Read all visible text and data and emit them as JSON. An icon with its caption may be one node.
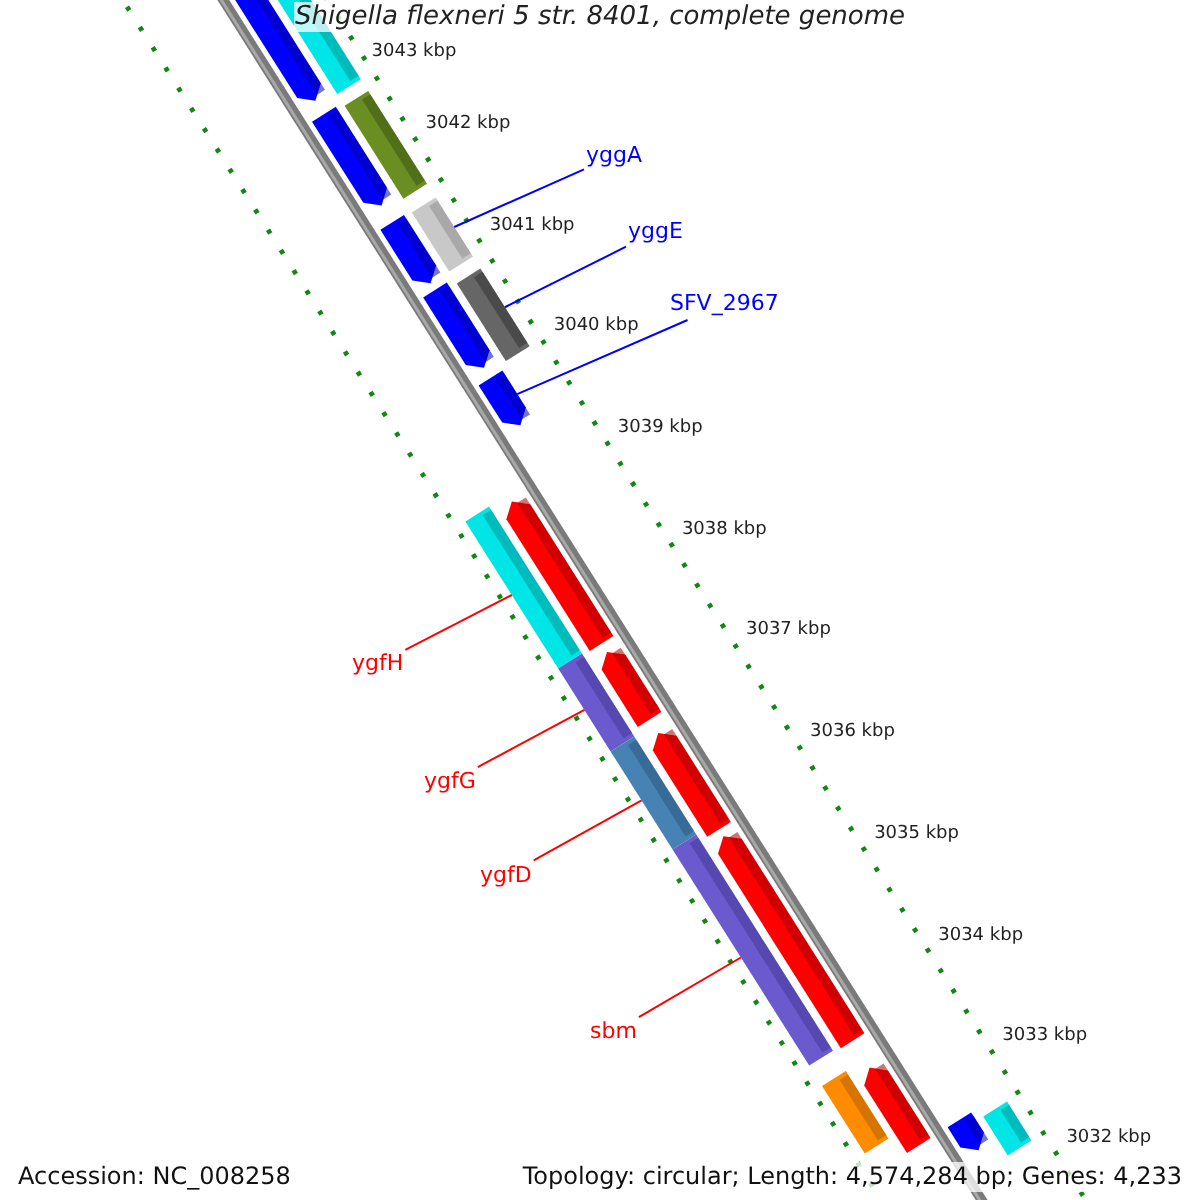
{
  "diagram": {
    "title": "Shigella flexneri 5 str. 8401, complete genome",
    "nodes": [
      {
        "text": [],
        "shape": "pentagon"
      },
      {
        "text": [],
        "shape": "bar"
      },
      {
        "text": [],
        "shape": "bar"
      },
      {
        "text": [],
        "shape": "pentagon"
      },
      {
        "text": [
          "yggA"
        ]
      },
      {
        "text": [],
        "shape": "bar"
      },
      {
        "text": [],
        "shape": "pentagon"
      },
      {
        "text": [
          "yggE"
        ]
      },
      {
        "text": [],
        "shape": "bar"
      },
      {
        "text": [],
        "shape": "pentagon"
      },
      {
        "text": [
          "SFV_2967"
        ]
      },
      {
        "text": [],
        "shape": "pentagon"
      },
      {
        "text": [],
        "shape": "bar"
      },
      {
        "text": [],
        "shape": "pentagon"
      },
      {
        "text": [
          "ygfH"
        ]
      },
      {
        "text": [],
        "shape": "pentagon"
      },
      {
        "text": [],
        "shape": "bar"
      },
      {
        "text": [
          "ygfG"
        ]
      },
      {
        "text": [],
        "shape": "pentagon"
      },
      {
        "text": [],
        "shape": "bar"
      },
      {
        "text": [
          "ygfD"
        ]
      },
      {
        "text": [],
        "shape": "pentagon"
      },
      {
        "text": [],
        "shape": "bar"
      },
      {
        "text": [
          "sbm"
        ]
      },
      {
        "text": [],
        "shape": "bar"
      },
      {
        "text": [],
        "shape": "pentagon"
      },
      {
        "text": [],
        "shape": "bar"
      },
      {
        "text": [],
        "shape": "pentagon"
      }
    ],
    "edges": [
      {
        "from": 4,
        "to": 5,
        "arrow": "none",
        "color": "#0000ff"
      },
      {
        "from": 7,
        "to": 8,
        "arrow": "none",
        "color": "#0000ff"
      },
      {
        "from": 10,
        "to": 11,
        "arrow": "none",
        "color": "#0000ff"
      },
      {
        "from": 14,
        "to": 12,
        "arrow": "none"
      },
      {
        "from": 17,
        "to": 16,
        "arrow": "none"
      },
      {
        "from": 20,
        "to": 19,
        "arrow": "none"
      },
      {
        "from": 23,
        "to": 22,
        "arrow": "none"
      }
    ],
    "labels": [
      "3043 kbp",
      "3042 kbp",
      "3041 kbp",
      "3040 kbp",
      "3039 kbp",
      "3038 kbp",
      "3037 kbp",
      "3036 kbp",
      "3035 kbp",
      "3034 kbp",
      "3033 kbp",
      "3032 kbp",
      "Accession: NC_008258",
      "Topology: circular; Length: 4,574,284 bp; Genes: 4,233"
    ]
  }
}
